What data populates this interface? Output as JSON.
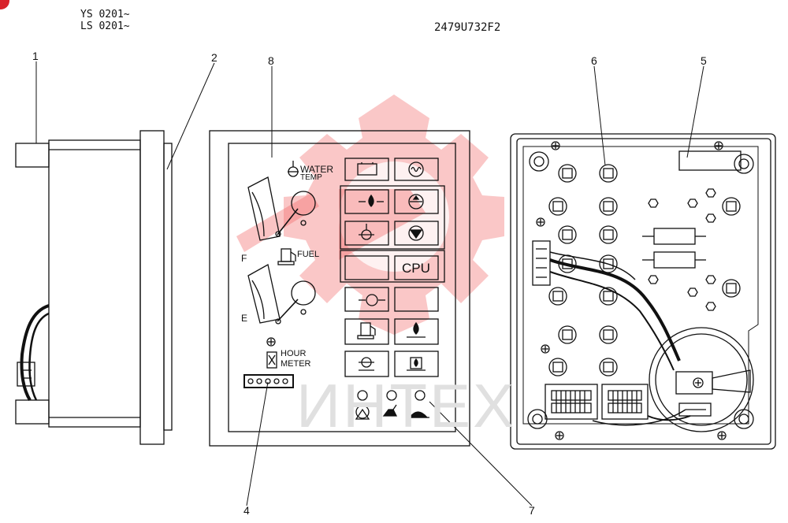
{
  "header": {
    "serial_line_1": "YS 0201~",
    "serial_line_2": "LS 0201~",
    "drawing_code": "2479U732F2"
  },
  "callouts": [
    "1",
    "2",
    "8",
    "6",
    "5",
    "4",
    "7"
  ],
  "panel": {
    "water_temp_line_1": "WATER",
    "water_temp_line_2": "TEMP",
    "fuel_label": "FUEL",
    "gauge_full": "F",
    "gauge_empty": "E",
    "hour_meter_line_1": "HOUR",
    "hour_meter_line_2": "METER",
    "cpu_label": "CPU"
  },
  "watermark": "ИНТЕХ",
  "colors": {
    "line": "#111111",
    "watermark_red": "#f26b6b",
    "badge": "#d8222a"
  }
}
